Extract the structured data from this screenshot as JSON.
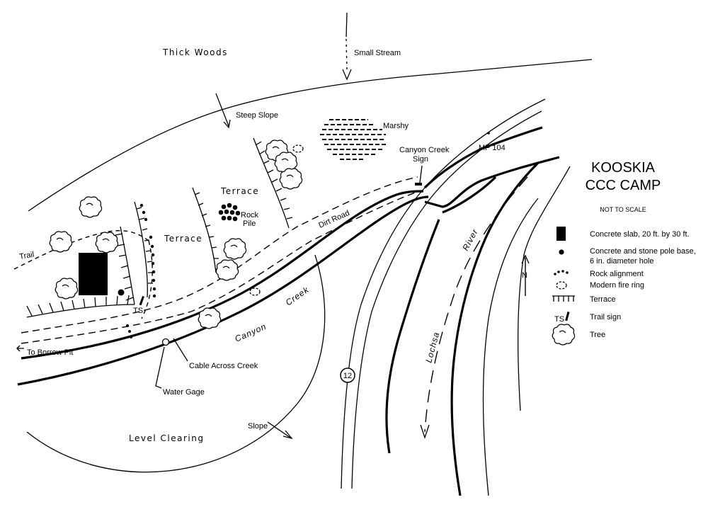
{
  "title": [
    "KOOSKIA",
    "CCC CAMP"
  ],
  "scale_note": "NOT TO SCALE",
  "map_labels": {
    "thick_woods": "Thick Woods",
    "small_stream": "Small Stream",
    "steep_slope": "Steep Slope",
    "marshy": "Marshy",
    "canyon_creek_sign": [
      "Canyon Creek",
      "Sign"
    ],
    "mp": "MP 104",
    "terrace_upper": "Terrace",
    "terrace_lower": "Terrace",
    "rock_pile": [
      "Rock",
      "Pile"
    ],
    "dirt_road": "Dirt Road",
    "trail": "Trail",
    "ts": "TS",
    "to_borrow_pit": "To Borrow Pit",
    "cable_across_creek": "Cable Across Creek",
    "water_gage": "Water Gage",
    "canyon": "Canyon",
    "creek": "Creek",
    "lochsa": "Lochsa",
    "river": "River",
    "route": "12",
    "slope": "Slope",
    "level_clearing": "Level Clearing"
  },
  "north_label": "N",
  "legend": [
    {
      "symbol": "concrete-slab",
      "label": [
        "Concrete slab, 20 ft. by 30 ft."
      ]
    },
    {
      "symbol": "pole-base",
      "label": [
        "Concrete and stone pole base,",
        "6 in. diameter hole"
      ]
    },
    {
      "symbol": "rock-alignment",
      "label": [
        "Rock alignment"
      ]
    },
    {
      "symbol": "fire-ring",
      "label": [
        "Modern fire ring"
      ]
    },
    {
      "symbol": "terrace",
      "label": [
        "Terrace"
      ]
    },
    {
      "symbol": "trail-sign",
      "label": [
        "Trail sign"
      ],
      "symbol_text": "TS"
    },
    {
      "symbol": "tree",
      "label": [
        "Tree"
      ]
    }
  ]
}
